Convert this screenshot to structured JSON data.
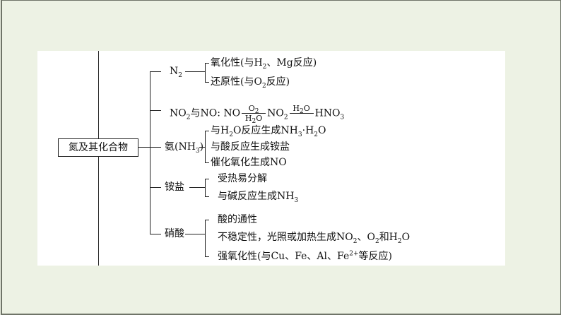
{
  "root": "氮及其化合物",
  "branches": {
    "n2": {
      "label": "N",
      "sub": "2",
      "items": [
        {
          "a": "氧化性(与H",
          "b": "2",
          "c": "、Mg反应)"
        },
        {
          "a": "还原性(与O",
          "b": "2",
          "c": "反应)"
        }
      ]
    },
    "nox": {
      "a": "NO",
      "b": "2",
      "c": "与NO: NO",
      "up": "O",
      "up_sub": "2",
      "down": "H",
      "down_sub": "2",
      "down_end": "O",
      "d": "NO",
      "e": "2",
      "f": "H",
      "g": "2",
      "h": "O",
      "i": "HNO",
      "j": "3"
    },
    "nh3": {
      "label_a": "氨(NH",
      "label_b": "3",
      "label_c": ")",
      "items": [
        {
          "a": "与H",
          "b": "2",
          "c": "O反应生成NH",
          "d": "3",
          "e": "·H",
          "f": "2",
          "g": "O"
        },
        {
          "text": "与酸反应生成铵盐"
        },
        {
          "text": "催化氧化生成NO"
        }
      ]
    },
    "ammonium": {
      "label": "铵盐",
      "items": [
        {
          "text": "受热易分解"
        },
        {
          "a": "与碱反应生成NH",
          "b": "3"
        }
      ]
    },
    "hno3": {
      "label": "硝酸",
      "items": [
        {
          "text": "酸的通性"
        },
        {
          "a": "不稳定性，光照或加热生成NO",
          "b": "2",
          "c": "、O",
          "d": "2",
          "e": "和H",
          "f": "2",
          "g": "O"
        },
        {
          "a": "强氧化性(与Cu、Fe、Al、Fe",
          "b": "2+",
          "c": "等反应)"
        }
      ]
    }
  }
}
